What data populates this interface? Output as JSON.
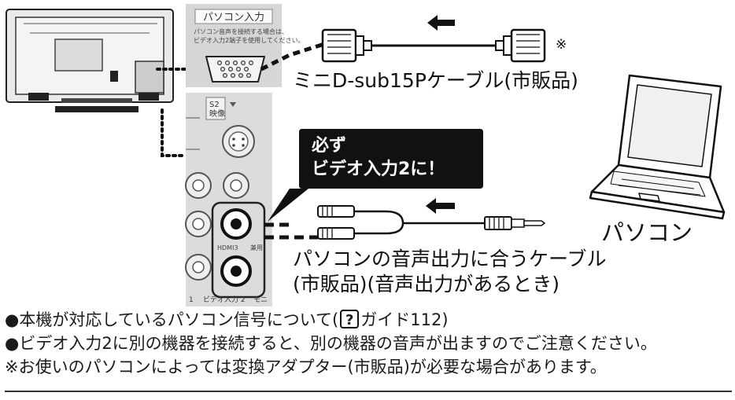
{
  "panel": {
    "pc_input_title": "パソコン入力",
    "pc_input_note_1": "パソコン音声を接続する場合は、",
    "pc_input_note_2": "ビデオ入力2端子を使用してください。",
    "s2_label_1": "S2",
    "s2_label_2": "映像",
    "hdmi_label": "HDMI3",
    "shared_label": "兼用",
    "bottom_label_1": "1",
    "bottom_label_2": "ビデオ入力 2",
    "bottom_label_3": "モニ"
  },
  "cables": {
    "vga_cable_label": "ミニD-sub15Pケーブル(市販品)",
    "vga_mark": "※",
    "audio_cable_label_1": "パソコンの音声出力に合うケーブル",
    "audio_cable_label_2": "(市販品)(音声出力があるとき)"
  },
  "callout": {
    "line_1": "必ず",
    "line_2": "ビデオ入力2に！"
  },
  "pc": {
    "label": "パソコン"
  },
  "notes": {
    "note_1_pre": "●本機が対応しているパソコン信号について(",
    "note_1_icon": "?",
    "note_1_post": "ガイド112)",
    "note_2": "●ビデオ入力2に別の機器を接続すると、別の機器の音声が出ますのでご注意ください。",
    "note_3": "※お使いのパソコンによっては変換アダプター(市販品)が必要な場合があります。"
  },
  "colors": {
    "callout_bg": "#111111",
    "panel_gray": "#cfcfcf",
    "panel_light": "#e6e6e6"
  }
}
